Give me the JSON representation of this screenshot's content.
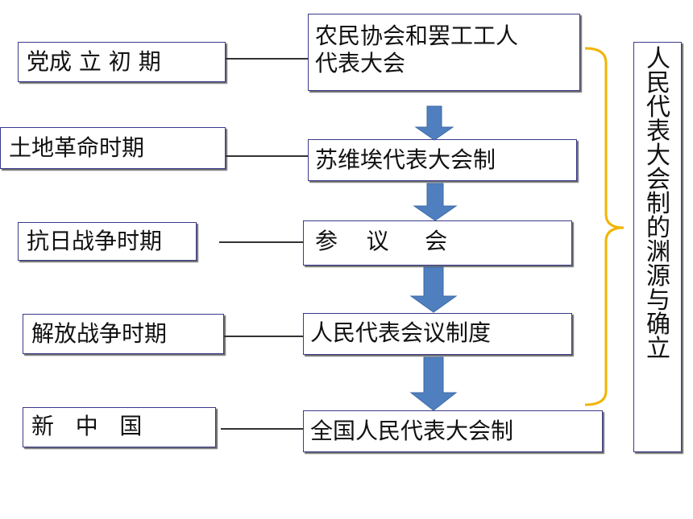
{
  "periods": [
    {
      "label": "党成 立 初 期"
    },
    {
      "label": "土地革命时期"
    },
    {
      "label": "抗日战争时期"
    },
    {
      "label": "解放战争时期"
    },
    {
      "label": "新   中   国"
    }
  ],
  "institutions": [
    {
      "label": "农民协会和罢工工人\n代表大会"
    },
    {
      "label": "苏维埃代表大会制"
    },
    {
      "label": "参    议     会"
    },
    {
      "label": "人民代表会议制度"
    },
    {
      "label": "全国人民代表大会制"
    }
  ],
  "summary": {
    "label": "人民代表大会制的渊源与确立"
  },
  "colors": {
    "arrow": "#4f7fbf",
    "brace": "#f0b400",
    "box_border": "#3a3a8a"
  }
}
